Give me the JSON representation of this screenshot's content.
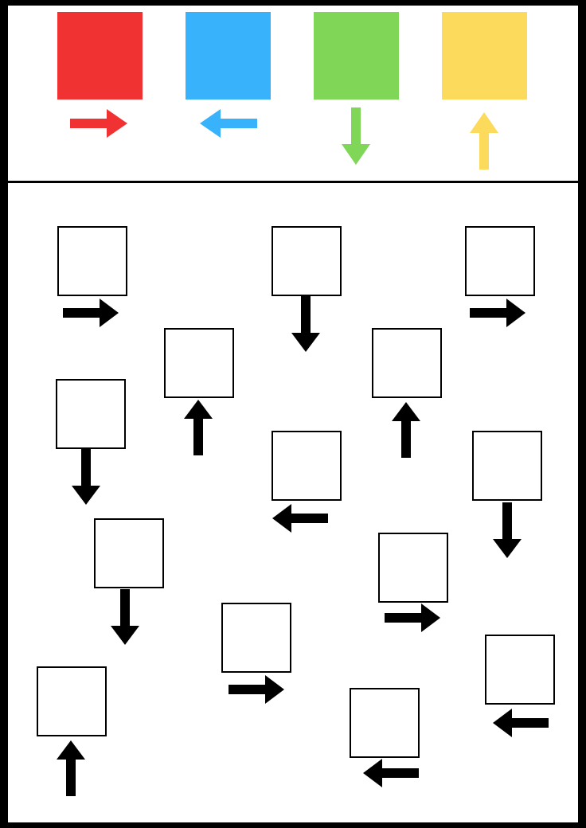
{
  "legend": [
    {
      "color_name": "red",
      "color": "#f03232",
      "direction": "right",
      "icon": "arrow-right-icon"
    },
    {
      "color_name": "blue",
      "color": "#38b2fa",
      "direction": "left",
      "icon": "arrow-left-icon"
    },
    {
      "color_name": "green",
      "color": "#7fd657",
      "direction": "down",
      "icon": "arrow-down-icon"
    },
    {
      "color_name": "yellow",
      "color": "#fbda5c",
      "direction": "up",
      "icon": "arrow-up-icon"
    }
  ],
  "puzzle": {
    "box_fill": "#ffffff",
    "arrow_color": "#000000",
    "items": [
      {
        "direction": "right"
      },
      {
        "direction": "down"
      },
      {
        "direction": "right"
      },
      {
        "direction": "up"
      },
      {
        "direction": "up"
      },
      {
        "direction": "down"
      },
      {
        "direction": "left"
      },
      {
        "direction": "down"
      },
      {
        "direction": "down"
      },
      {
        "direction": "right"
      },
      {
        "direction": "right"
      },
      {
        "direction": "left"
      },
      {
        "direction": "up"
      },
      {
        "direction": "left"
      }
    ]
  }
}
